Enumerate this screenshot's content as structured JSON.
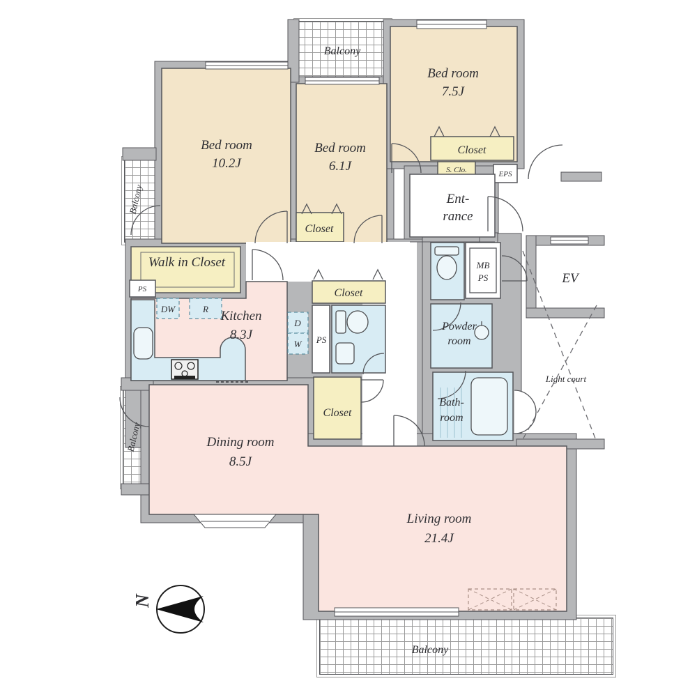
{
  "plan": {
    "rooms": {
      "bedroom_10": {
        "label": "Bed room",
        "area": "10.2J"
      },
      "bedroom_6": {
        "label": "Bed room",
        "area": "6.1J"
      },
      "bedroom_7": {
        "label": "Bed room",
        "area": "7.5J"
      },
      "kitchen": {
        "label": "Kitchen",
        "area": "8.3J"
      },
      "dining": {
        "label": "Dining room",
        "area": "8.5J"
      },
      "living": {
        "label": "Living room",
        "area": "21.4J"
      },
      "entrance": {
        "line1": "Ent-",
        "line2": "rance"
      },
      "powder": {
        "line1": "Powder",
        "line2": "room"
      },
      "bathroom": {
        "line1": "Bath-",
        "line2": "room"
      },
      "walk_in_closet": {
        "label": "Walk in Closet"
      },
      "closet": {
        "label": "Closet"
      },
      "shoe_closet": {
        "label": "S. Clo."
      },
      "eps": {
        "label": "EPS"
      },
      "ps": {
        "label": "PS"
      },
      "mb_ps": {
        "line1": "MB",
        "line2": "PS"
      },
      "ev": {
        "label": "EV"
      },
      "light_court": {
        "label": "Light court"
      },
      "balcony": {
        "label": "Balcony"
      }
    },
    "appliances": {
      "dishwasher": "DW",
      "refrigerator": "R",
      "dryer": "D",
      "washer": "W"
    },
    "compass": {
      "north": "N"
    },
    "colors": {
      "bedroom": "#f3e5c9",
      "closet": "#f6efc2",
      "ldk": "#fbe5e0",
      "wet_area": "#d8ecf4",
      "wall": "#b6b7b9",
      "line": "#55565a"
    }
  }
}
